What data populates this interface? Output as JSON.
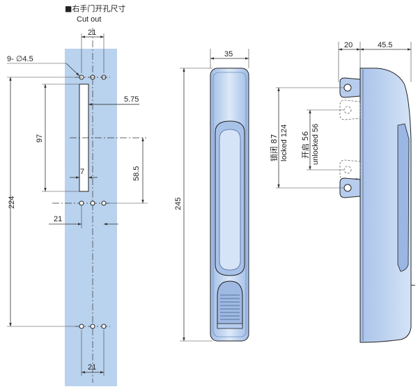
{
  "cutout": {
    "title_cn": "■右手门开孔尺寸",
    "title_en": "Cut out",
    "dim_top_width": "21",
    "dim_hole_callout": "9- ∅4.5",
    "dim_slot_offset": "5.75",
    "dim_slot_length": "97",
    "dim_slot_width": "7",
    "dim_slot_half": "58.5",
    "dim_total_height": "224",
    "dim_mid_width": "21",
    "dim_bottom_width": "21"
  },
  "front_view": {
    "dim_width": "35",
    "dim_height": "245"
  },
  "side_view": {
    "dim_depth_a": "20",
    "dim_depth_b": "45.5",
    "label_locked_cn": "锁闭 87",
    "label_locked_en": "locked 124",
    "label_unlocked_cn": "开启 56",
    "label_unlocked_en": "unlocked 56"
  },
  "colors": {
    "panel_blue": "#b9d2ee",
    "part_fill": "#c5d8f2",
    "part_shade": "#8fb0de",
    "line": "#222222"
  }
}
